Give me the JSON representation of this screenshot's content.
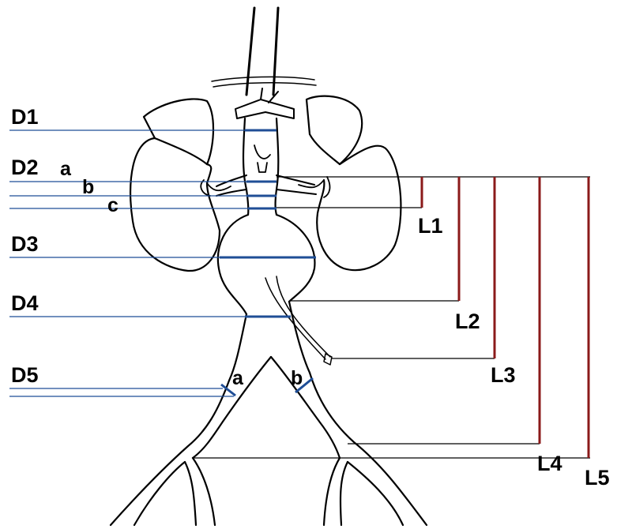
{
  "colors": {
    "diameter_line": "#1f4e96",
    "length_bar": "#8b1a1a",
    "outline": "#000000"
  },
  "diameter_labels": {
    "d1": "D1",
    "d2": "D2",
    "d2_a": "a",
    "d2_b": "b",
    "d2_c": "c",
    "d3": "D3",
    "d4": "D4",
    "d5": "D5",
    "d5_a": "a",
    "d5_b": "b"
  },
  "length_labels": {
    "l1": "L1",
    "l2": "L2",
    "l3": "L3",
    "l4": "L4",
    "l5": "L5"
  }
}
